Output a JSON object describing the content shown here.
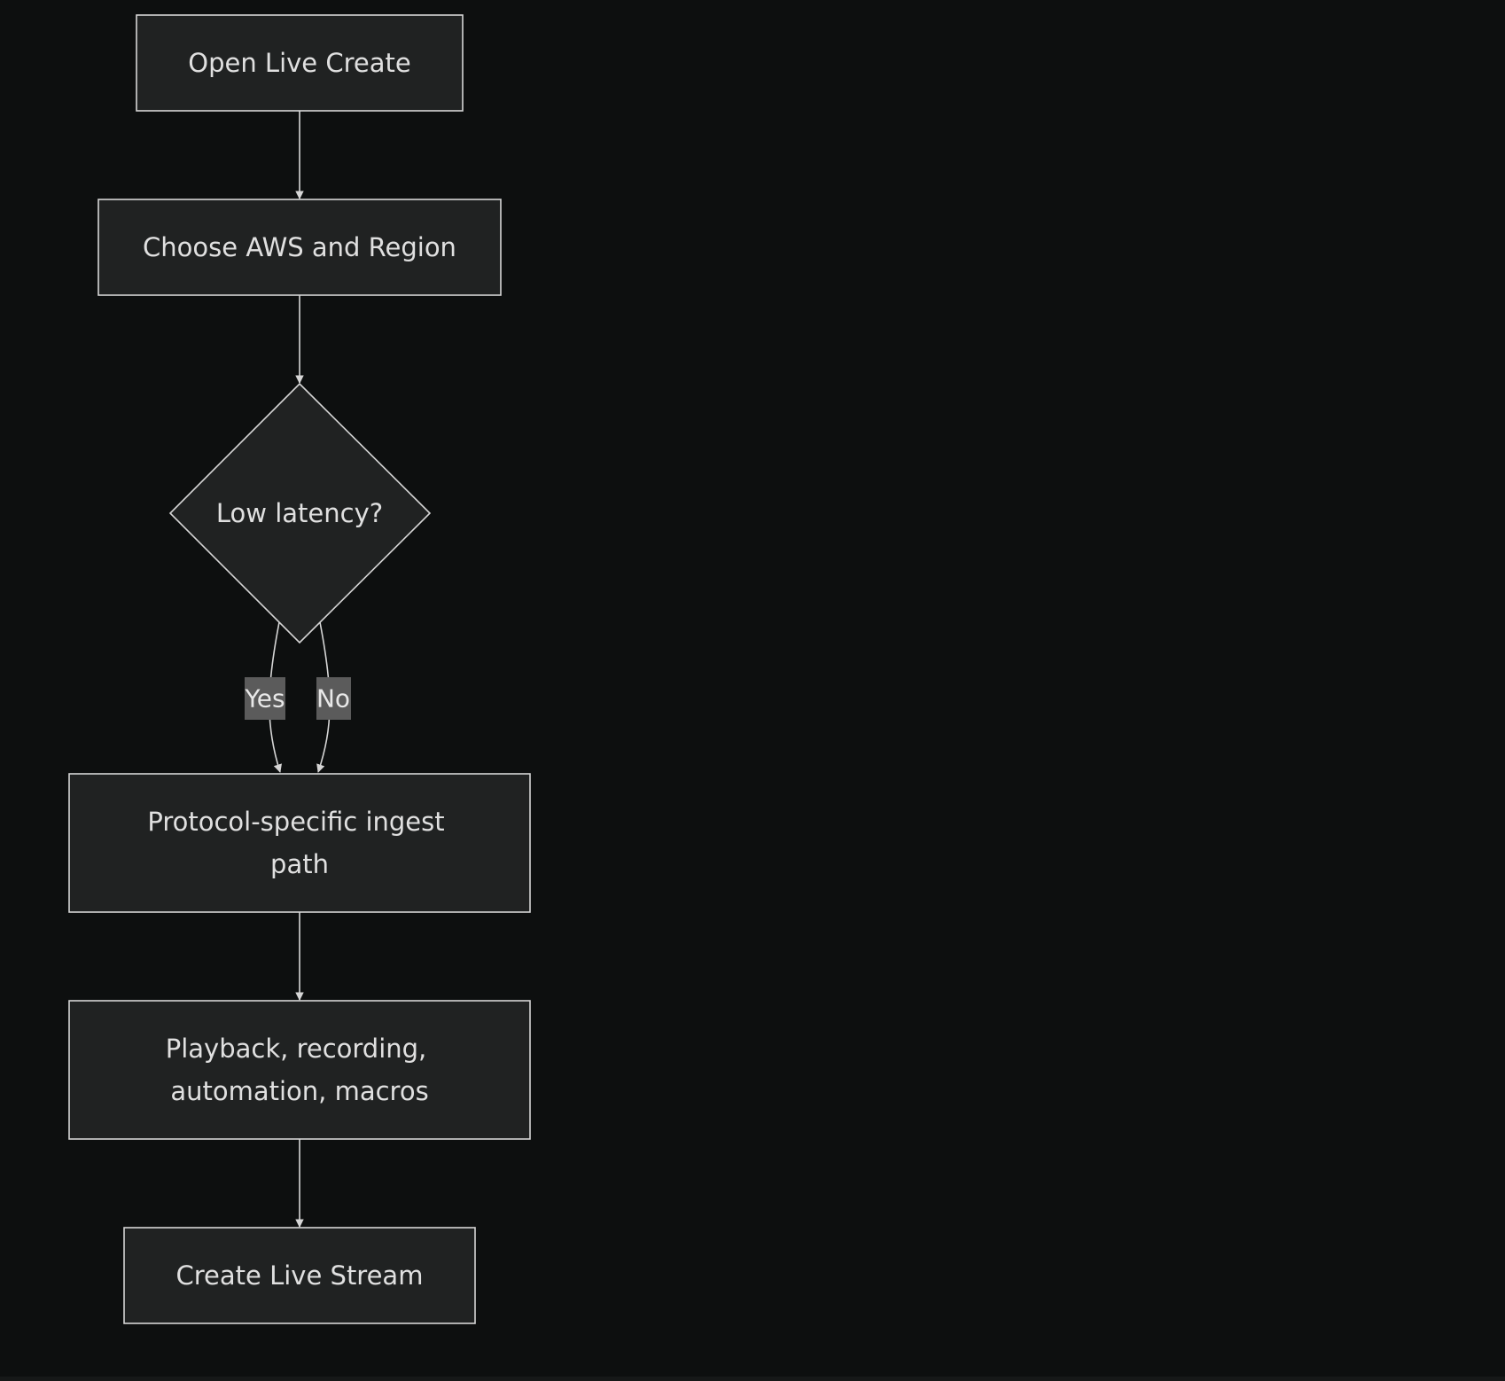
{
  "diagram": {
    "type": "flowchart",
    "nodes": {
      "open_live_create": {
        "label": "Open Live Create"
      },
      "choose_aws_region": {
        "label": "Choose AWS and Region"
      },
      "low_latency": {
        "label": "Low latency?"
      },
      "protocol_ingest": {
        "line1": "Protocol-specific ingest",
        "line2": "path"
      },
      "playback_etc": {
        "line1": "Playback, recording,",
        "line2": "automation, macros"
      },
      "create_live_stream": {
        "label": "Create Live Stream"
      }
    },
    "edges": [
      {
        "from": "Open Live Create",
        "to": "Choose AWS and Region"
      },
      {
        "from": "Choose AWS and Region",
        "to": "Low latency?"
      },
      {
        "from": "Low latency?",
        "to": "Protocol-specific ingest path",
        "label": "Yes"
      },
      {
        "from": "Low latency?",
        "to": "Protocol-specific ingest path",
        "label": "No"
      },
      {
        "from": "Protocol-specific ingest path",
        "to": "Playback, recording, automation, macros"
      },
      {
        "from": "Playback, recording, automation, macros",
        "to": "Create Live Stream"
      }
    ],
    "edge_labels": {
      "yes": "Yes",
      "no": "No"
    },
    "colors": {
      "background": "#0d0f0f",
      "node_fill": "#202222",
      "stroke": "#d6d6d6",
      "text": "#e0e0e0",
      "edge_label_bg": "#5b5b5b"
    }
  }
}
